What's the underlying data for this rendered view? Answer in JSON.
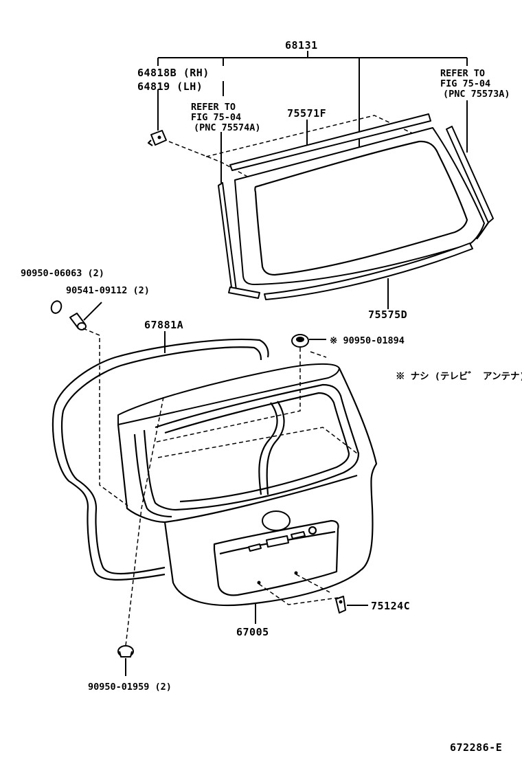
{
  "labels": {
    "p68131": "68131",
    "p64818b": "64818B (RH)",
    "p64819": "64819  (LH)",
    "ref1_line1": "REFER TO",
    "ref1_line2": "FIG 75-04",
    "ref1_line3": "(PNC 75574A)",
    "p75571f": "75571F",
    "ref2_line1": "REFER TO",
    "ref2_line2": "FIG 75-04",
    "ref2_line3": "(PNC 75573A)",
    "p75575d": "75575D",
    "p9095006063": "90950-06063 (2)",
    "p9054109112": "90541-09112 (2)",
    "p67881a": "67881A",
    "p9095001894": "※  90950-01894",
    "note": "※ ナシ (テレビ゛ アンテナ)",
    "p75124c": "75124C",
    "p67005": "67005",
    "p9095001959": "90950-01959 (2)",
    "figure_id": "672286-E"
  }
}
